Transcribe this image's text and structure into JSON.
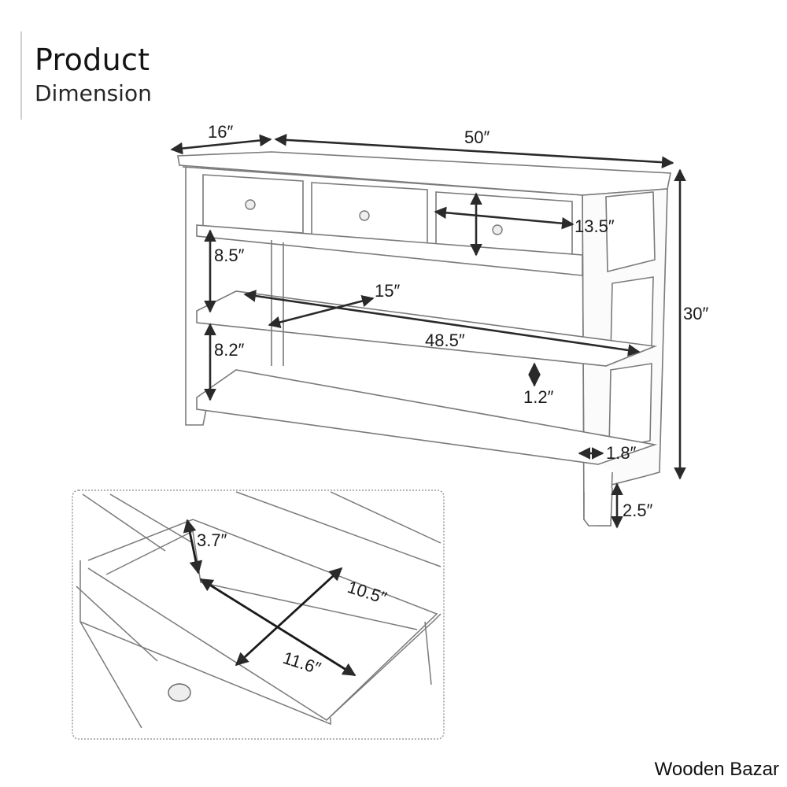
{
  "header": {
    "title": "Product",
    "subtitle": "Dimension"
  },
  "dimensions": {
    "depth": "16″",
    "width": "50″",
    "height": "30″",
    "drawer_width": "13.5″",
    "upper_shelf_gap": "8.5″",
    "lower_shelf_gap": "8.2″",
    "shelf_depth": "15″",
    "shelf_width": "48.5″",
    "shelf_thickness": "1.2″",
    "leg_width": "1.8″",
    "leg_height": "2.5″"
  },
  "drawer_detail": {
    "depth": "3.7″",
    "inner_width": "10.5″",
    "inner_length": "11.6″"
  },
  "brand": "Wooden Bazar",
  "colors": {
    "line": "#2a2a2a",
    "sketch": "#8a8a8a",
    "detail_border": "#9a9a9a",
    "background": "#ffffff"
  }
}
